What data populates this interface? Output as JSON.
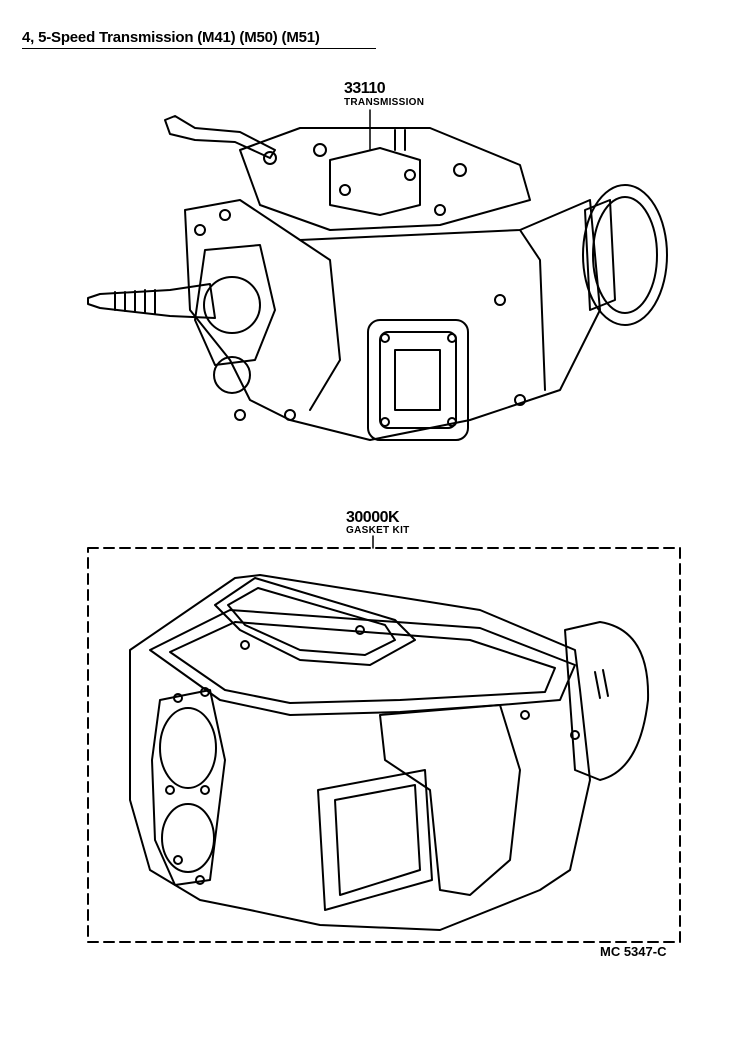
{
  "page": {
    "title": "4, 5-Speed Transmission (M41) (M50) (M51)",
    "illustration_code": "MC 5347-C"
  },
  "parts": [
    {
      "part_no": "33110",
      "name": "TRANSMISSION"
    },
    {
      "part_no": "30000K",
      "name": "GASKET KIT"
    }
  ]
}
